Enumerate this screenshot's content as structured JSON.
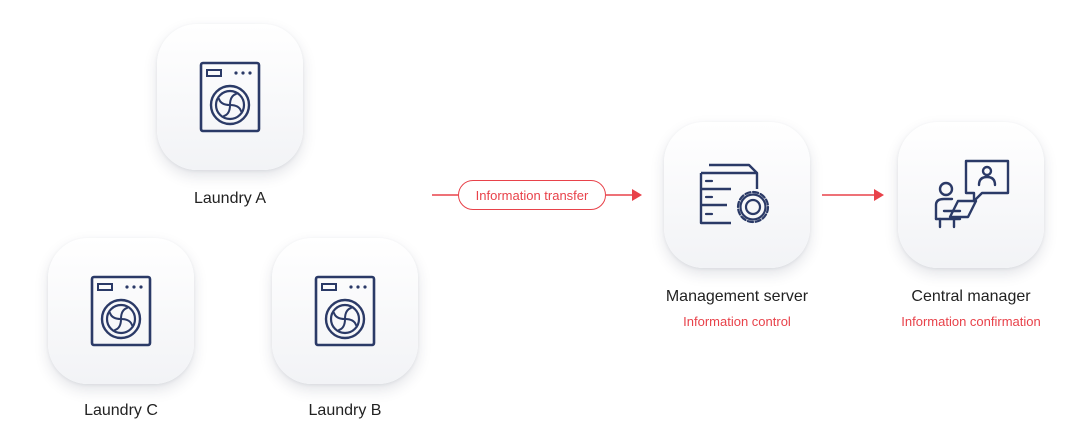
{
  "nodes": {
    "laundry_a": {
      "label": "Laundry A"
    },
    "laundry_b": {
      "label": "Laundry B"
    },
    "laundry_c": {
      "label": "Laundry C"
    },
    "management_server": {
      "label": "Management server",
      "sublabel": "Information control"
    },
    "central_manager": {
      "label": "Central manager",
      "sublabel": "Information confirmation"
    }
  },
  "edges": {
    "transfer": {
      "label": "Information transfer"
    }
  },
  "icons": {
    "laundry": "washing-machine-icon",
    "server": "server-gear-icon",
    "manager": "manager-laptop-icon"
  },
  "colors": {
    "accent": "#e8424a",
    "icon_stroke": "#2b3a67",
    "text": "#222222"
  }
}
